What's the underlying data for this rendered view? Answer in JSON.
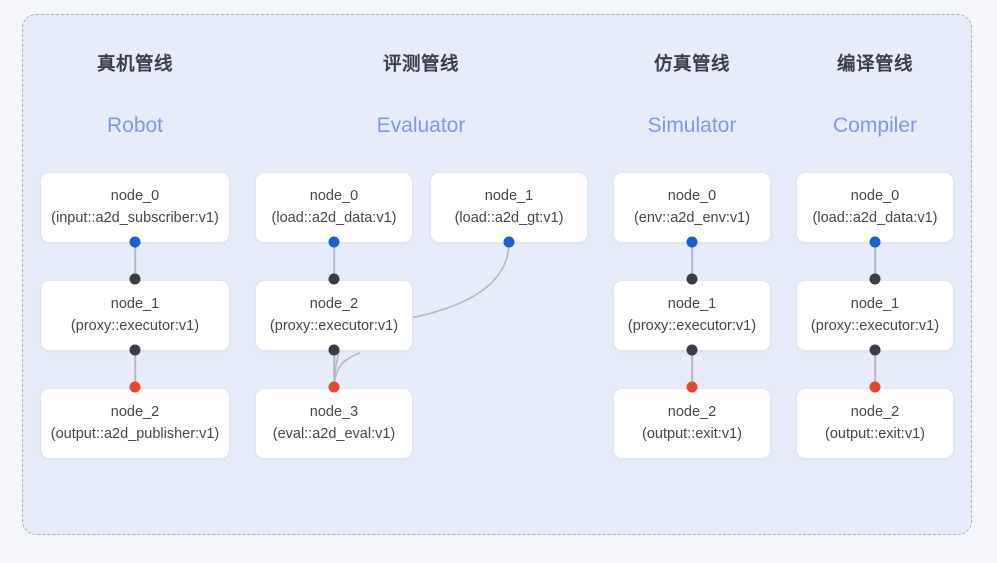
{
  "frame": {
    "border_color": "#a9adb8",
    "fill_color": "#e6ecf9"
  },
  "palette": {
    "port_blue": "#1a5fd0",
    "port_dark": "#3a3d44",
    "port_red": "#e8452c",
    "link": "#b4b8c0",
    "title_cn": "#3b3f46",
    "title_en": "#7e99dd",
    "card_bg": "#ffffff",
    "card_border": "#e3e6ec"
  },
  "columns": [
    {
      "id": "robot",
      "title_cn": "真机管线",
      "title_en": "Robot",
      "nodes": [
        {
          "name": "node_0",
          "type": "(input::a2d_subscriber:v1)"
        },
        {
          "name": "node_1",
          "type": "(proxy::executor:v1)"
        },
        {
          "name": "node_2",
          "type": "(output::a2d_publisher:v1)"
        }
      ]
    },
    {
      "id": "evaluator",
      "title_cn": "评测管线",
      "title_en": "Evaluator",
      "nodes": [
        {
          "name": "node_0",
          "type": "(load::a2d_data:v1)"
        },
        {
          "name": "node_2",
          "type": "(proxy::executor:v1)"
        },
        {
          "name": "node_3",
          "type": "(eval::a2d_eval:v1)"
        },
        {
          "name": "node_1",
          "type": "(load::a2d_gt:v1)"
        }
      ]
    },
    {
      "id": "simulator",
      "title_cn": "仿真管线",
      "title_en": "Simulator",
      "nodes": [
        {
          "name": "node_0",
          "type": "(env::a2d_env:v1)"
        },
        {
          "name": "node_1",
          "type": "(proxy::executor:v1)"
        },
        {
          "name": "node_2",
          "type": "(output::exit:v1)"
        }
      ]
    },
    {
      "id": "compiler",
      "title_cn": "编译管线",
      "title_en": "Compiler",
      "nodes": [
        {
          "name": "node_0",
          "type": "(load::a2d_data:v1)"
        },
        {
          "name": "node_1",
          "type": "(proxy::executor:v1)"
        },
        {
          "name": "node_2",
          "type": "(output::exit:v1)"
        }
      ]
    }
  ]
}
